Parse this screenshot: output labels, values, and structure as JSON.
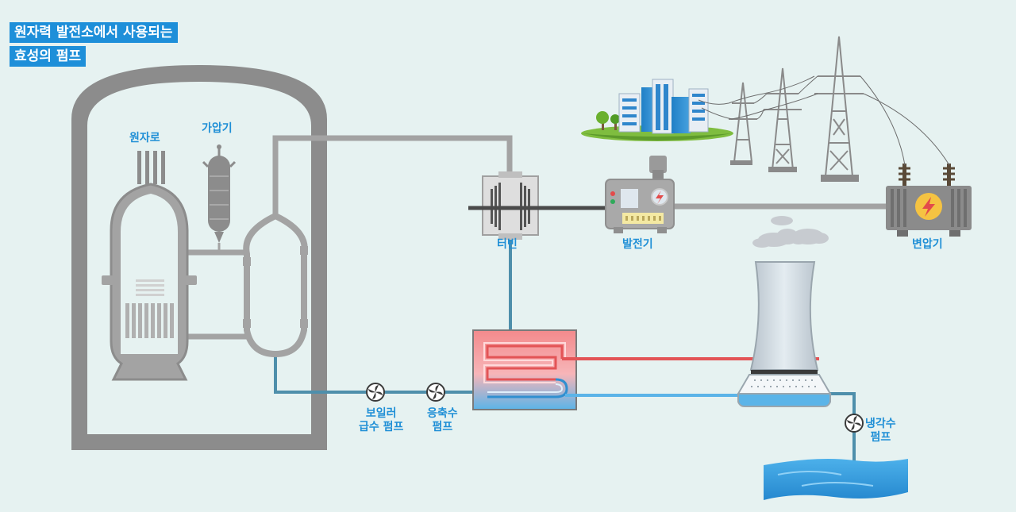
{
  "title": {
    "line1": "원자력 발전소에서 사용되는",
    "line2": "효성의 펌프"
  },
  "labels": {
    "reactor": "원자로",
    "pressurizer": "가압기",
    "turbine": "터빈",
    "generator": "발전기",
    "transformer": "변압기",
    "boiler_feed_pump": "보일러\n급수 펌프",
    "condensate_pump": "응축수\n펌프",
    "cooling_pump": "냉각수\n펌프"
  },
  "colors": {
    "label": "#1f8fd6",
    "title_bg": "#1e8fd9",
    "pipe_grey": "#a3a3a3",
    "pipe_blue": "#4e8fab",
    "hot_red": "#e35456",
    "cool_blue": "#5bb4e8",
    "background": "#e6f2f1"
  },
  "icons": [
    "fan-pump-icon",
    "lightning-icon",
    "cloud-icon",
    "tree-icon",
    "power-tower-icon"
  ]
}
